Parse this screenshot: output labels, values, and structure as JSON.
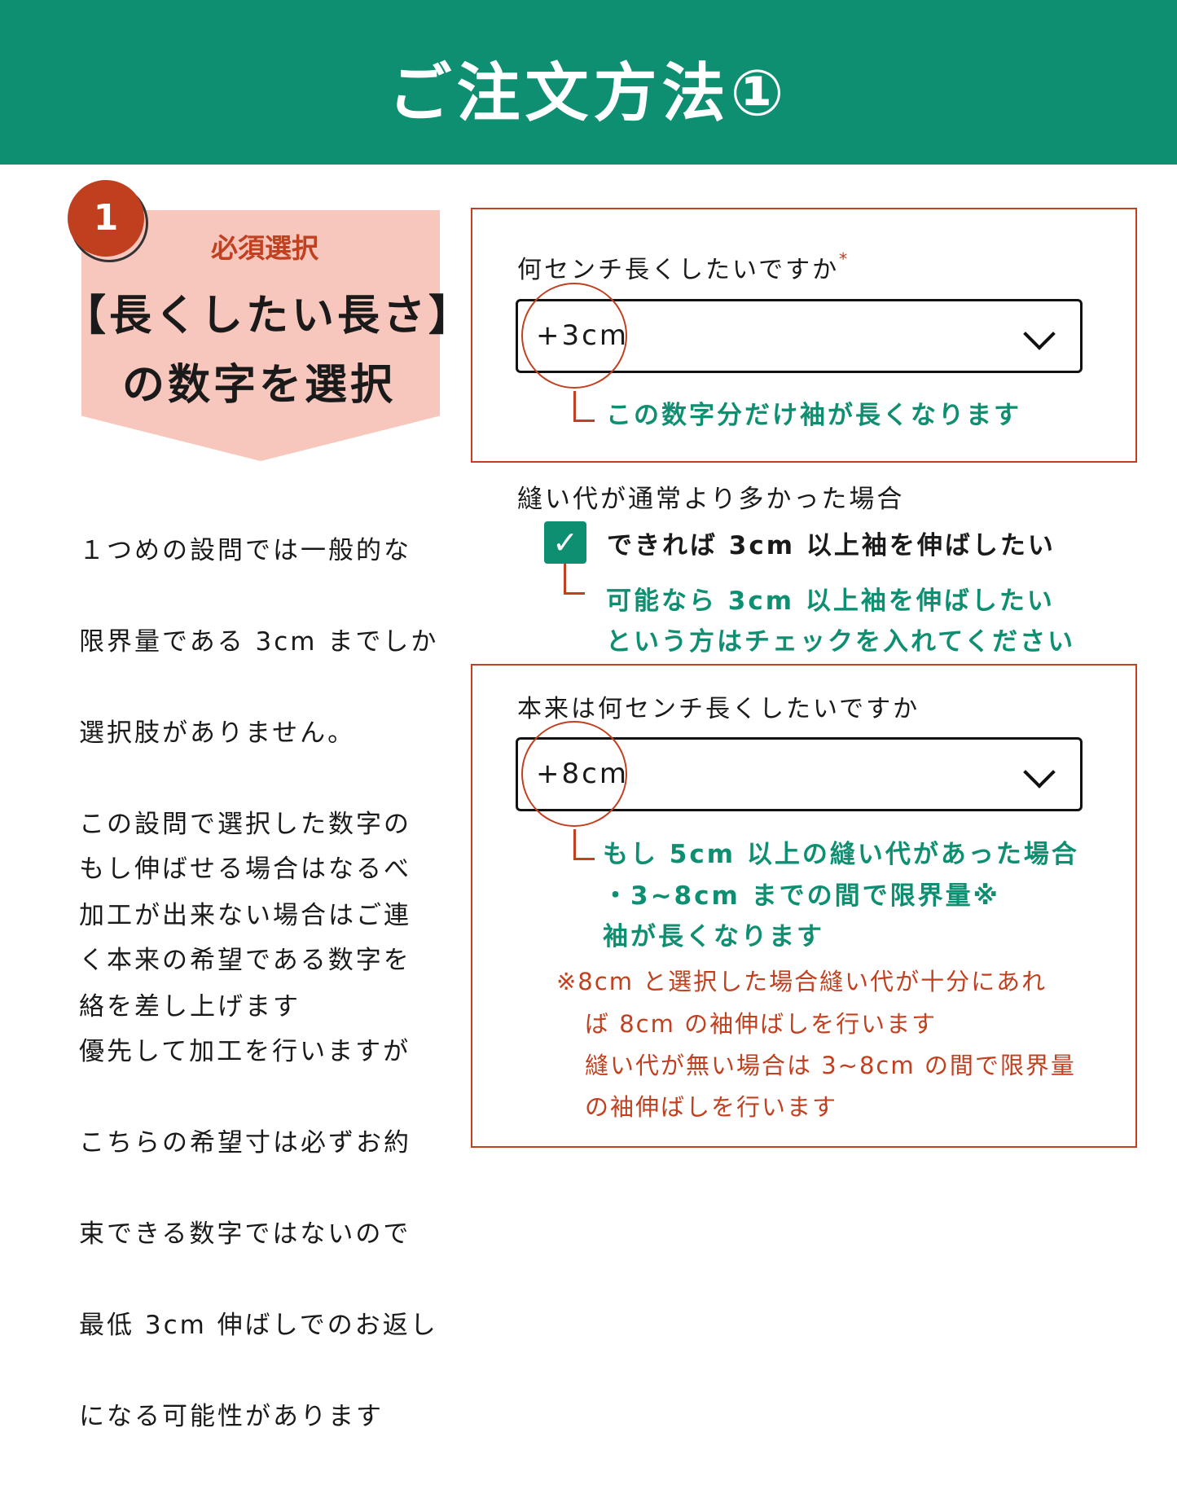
{
  "header": {
    "title": "ご注文方法①"
  },
  "step": {
    "number": "1",
    "required": "必須選択",
    "title_line1": "【長くしたい長さ】",
    "title_line2": "の数字を選択"
  },
  "description": {
    "para1": [
      "１つめの設問では一般的な",
      "限界量である 3cm までしか",
      "選択肢がありません。",
      "この設問で選択した数字の",
      "加工が出来ない場合はご連",
      "絡を差し上げます"
    ],
    "para2": [
      "もし伸ばせる場合はなるべ",
      "く本来の希望である数字を",
      "優先して加工を行いますが",
      "こちらの希望寸は必ずお約",
      "束できる数字ではないので",
      "最低 3cm 伸ばしでのお返し",
      "になる可能性があります"
    ]
  },
  "q1": {
    "label": "何センチ長くしたいですか",
    "required_mark": "*",
    "value": "+3cm",
    "note": "この数字分だけ袖が長くなります"
  },
  "option": {
    "label": "縫い代が通常より多かった場合",
    "checkbox_label": "できれば 3cm 以上袖を伸ばしたい",
    "checked": true,
    "check_glyph": "✓",
    "note_line1": "可能なら 3cm 以上袖を伸ばしたい",
    "note_line2": "という方はチェックを入れてください"
  },
  "q2": {
    "label": "本来は何センチ長くしたいですか",
    "value": "+8cm",
    "note": [
      "もし 5cm 以上の縫い代があった場合",
      "・3~8cm までの間で限界量※",
      "袖が長くなります"
    ],
    "footnote": [
      "※8cm と選択した場合縫い代が十分にあれ",
      "ば 8cm の袖伸ばしを行います",
      "縫い代が無い場合は 3~8cm の間で限界量",
      "の袖伸ばしを行います"
    ]
  },
  "colors": {
    "green": "#0f8f71",
    "red": "#c0401f",
    "pink": "#f7c6bd"
  }
}
